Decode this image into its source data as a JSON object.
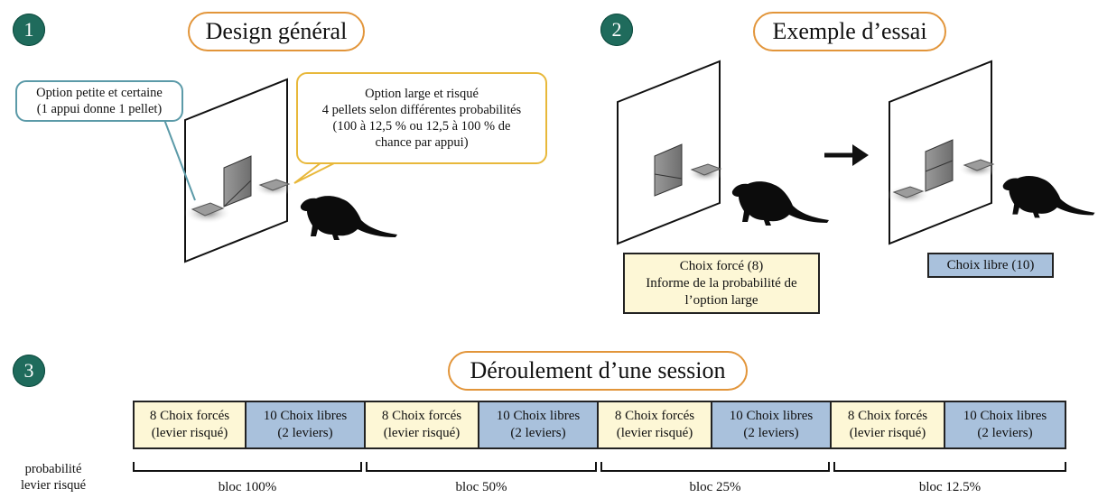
{
  "panel1": {
    "number": "1",
    "title": "Design général",
    "callout_left": [
      "Option petite et certaine",
      "(1 appui donne 1 pellet)"
    ],
    "callout_right": [
      "Option large et risqué",
      "4 pellets selon différentes probabilités",
      "(100 à 12,5 % ou 12,5 à 100 % de",
      "chance par appui)"
    ]
  },
  "panel2": {
    "number": "2",
    "title": "Exemple d’essai",
    "forced_box": [
      "Choix forcé (8)",
      "Informe de la probabilité de",
      "l’option large"
    ],
    "free_box": "Choix libre (10)"
  },
  "panel3": {
    "number": "3",
    "title": "Déroulement d’une session",
    "side_label": [
      "probabilité",
      "levier risqué"
    ],
    "blocks": [
      {
        "forced": [
          "8 Choix forcés",
          "(levier risqué)"
        ],
        "free": [
          "10 Choix libres",
          "(2 leviers)"
        ],
        "label": "bloc 100%"
      },
      {
        "forced": [
          "8 Choix forcés",
          "(levier risqué)"
        ],
        "free": [
          "10 Choix libres",
          "(2 leviers)"
        ],
        "label": "bloc 50%"
      },
      {
        "forced": [
          "8 Choix forcés",
          "(levier risqué)"
        ],
        "free": [
          "10 Choix libres",
          "(2 leviers)"
        ],
        "label": "bloc 25%"
      },
      {
        "forced": [
          "8 Choix forcés",
          "(levier risqué)"
        ],
        "free": [
          "10 Choix libres",
          "(2 leviers)"
        ],
        "label": "bloc 12.5%"
      }
    ]
  },
  "colors": {
    "badge": "#1f6b5c",
    "pill_border": "#e2953a",
    "callout_left_border": "#5b9aa8",
    "callout_right_border": "#e8b83a",
    "forced_fill": "#fdf7d6",
    "free_fill": "#a9c1dc"
  }
}
